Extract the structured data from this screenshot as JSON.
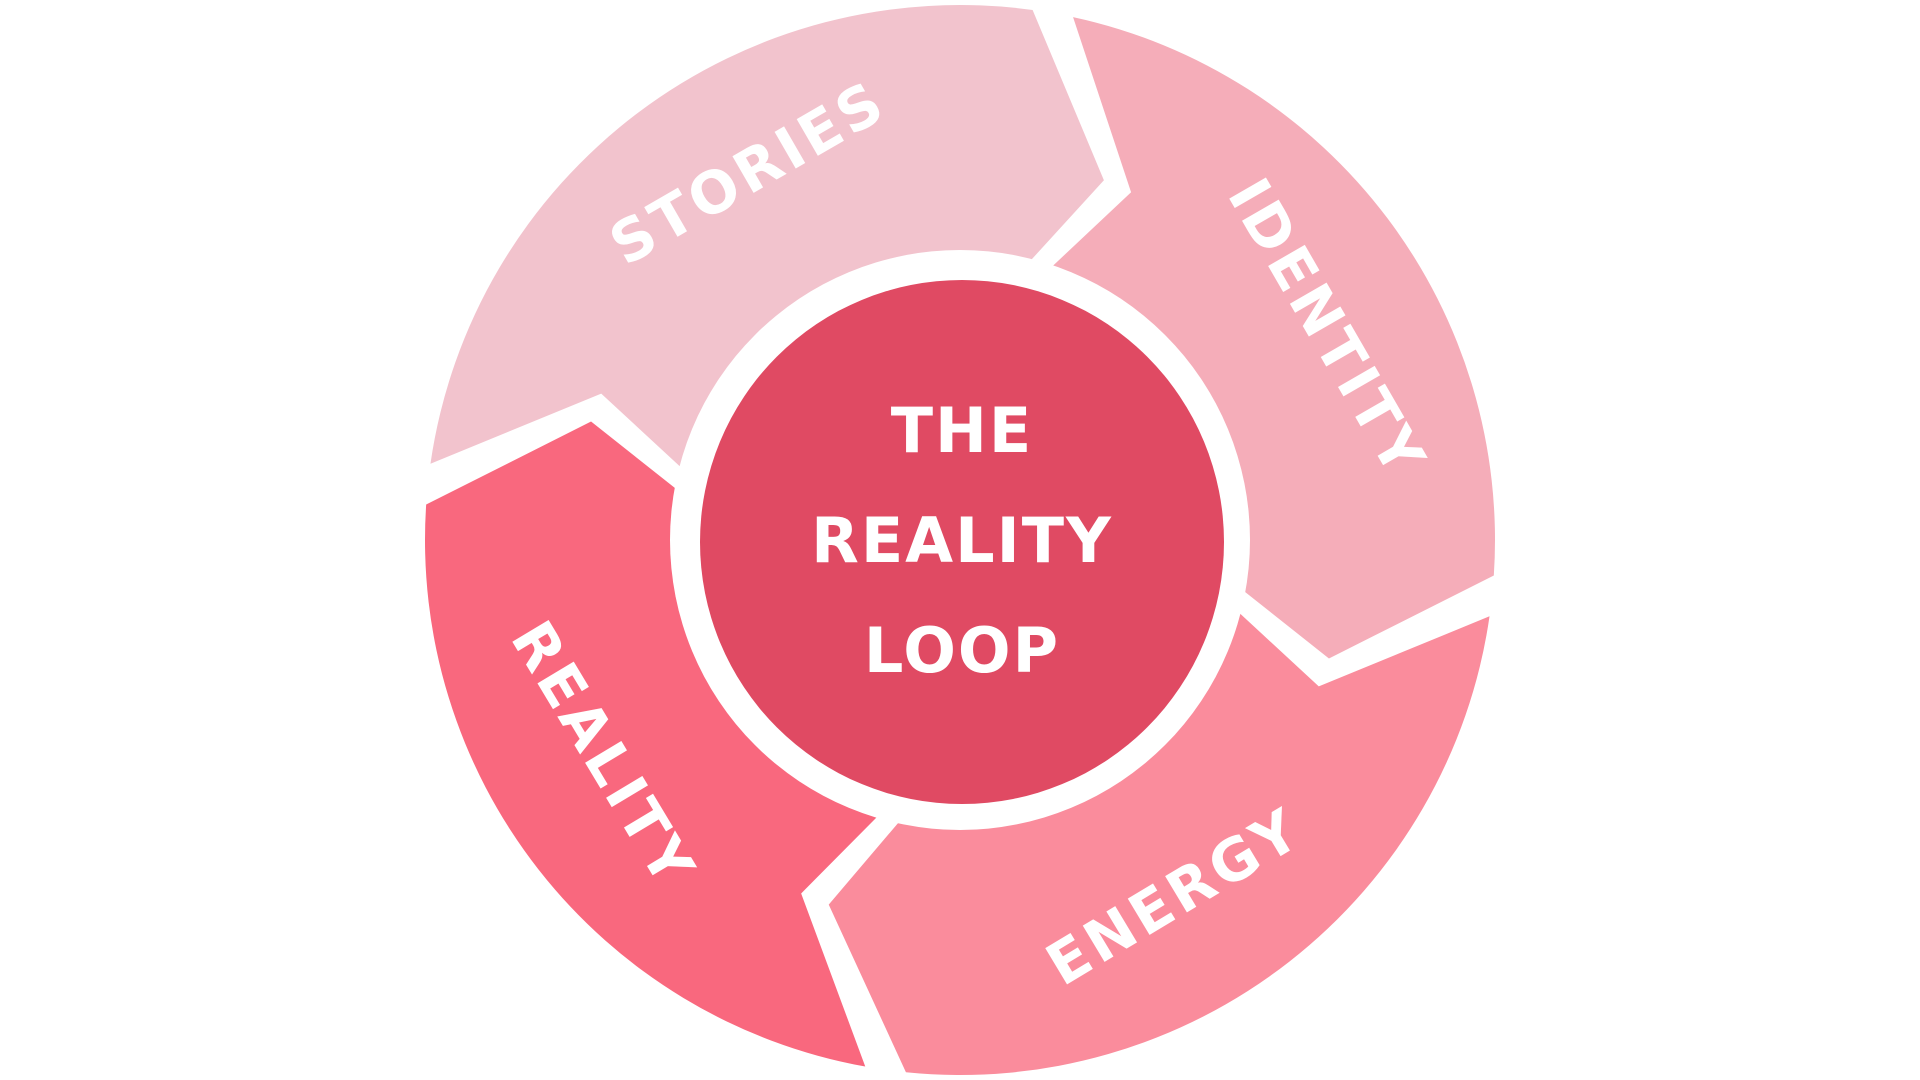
{
  "diagram": {
    "title_lines": [
      "THE",
      "REALITY",
      "LOOP"
    ],
    "segments": [
      {
        "label": "STORIES",
        "color": "#f2c3cd"
      },
      {
        "label": "IDENTITY",
        "color": "#f5adb9"
      },
      {
        "label": "ENERGY",
        "color": "#fa8c9c"
      },
      {
        "label": "REALITY",
        "color": "#f9687e"
      }
    ],
    "center_color": "#e04a63",
    "text_color": "#ffffff",
    "background": "#ffffff"
  }
}
